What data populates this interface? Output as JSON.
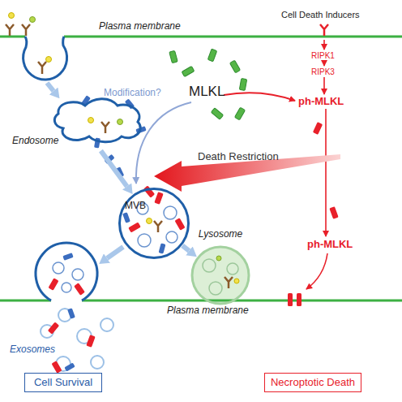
{
  "diagram": {
    "nodes": [
      {
        "text": [
          "Endosome"
        ]
      },
      {
        "text": [
          "MVB"
        ]
      },
      {
        "text": [
          "Lysosome"
        ]
      },
      {
        "text": [
          "Cell Survival"
        ]
      },
      {
        "text": [
          "Necroptotic Death"
        ]
      }
    ],
    "edges": [
      {
        "from": 0,
        "to": 1,
        "arrow": "to"
      },
      {
        "from": 1,
        "to": 2,
        "arrow": "to"
      }
    ],
    "labels": [
      "Plasma membrane",
      "Cell Death Inducers",
      "Modification?",
      "MLKL",
      "RIPK1",
      "RIPK3",
      "ph-MLKL",
      "Death Restriction",
      "ph-MLKL",
      "Plasma membrane",
      "Exosomes"
    ]
  }
}
